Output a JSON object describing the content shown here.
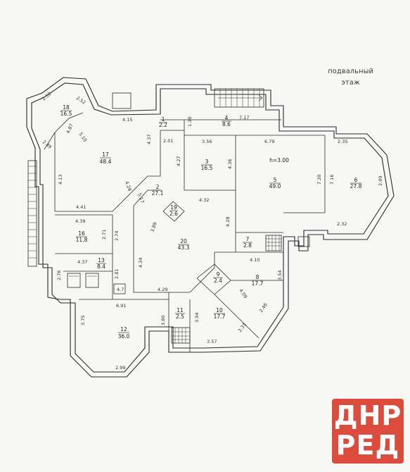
{
  "title": {
    "line1": "подвальный",
    "line2": "этаж"
  },
  "logo": {
    "line1": "ДНР",
    "line2": "РЕД"
  },
  "rooms": [
    {
      "id": "1",
      "area": "2.2"
    },
    {
      "id": "2",
      "area": "27.1"
    },
    {
      "id": "3",
      "area": "16.5"
    },
    {
      "id": "4",
      "area": "8.6"
    },
    {
      "id": "5",
      "area": "49.0"
    },
    {
      "id": "6",
      "area": "27.8"
    },
    {
      "id": "7",
      "area": "2.8"
    },
    {
      "id": "8",
      "area": "17.7"
    },
    {
      "id": "9",
      "area": "2.4"
    },
    {
      "id": "10",
      "area": "17.7"
    },
    {
      "id": "11",
      "area": "2.5"
    },
    {
      "id": "12",
      "area": "36.0"
    },
    {
      "id": "13",
      "area": "8.4"
    },
    {
      "id": "16",
      "area": "11.8"
    },
    {
      "id": "17",
      "area": "48.4"
    },
    {
      "id": "18",
      "area": "16.5"
    },
    {
      "id": "19",
      "area": "2.6"
    },
    {
      "id": "20",
      "area": "43.3"
    }
  ],
  "ceiling_height": "h=3.00",
  "dimensions": [
    "2.59",
    "2.52",
    "4.87",
    "2.49",
    "5.10",
    "4.15",
    "4.37",
    "4.13",
    "4.28",
    "5.17",
    "4.41",
    "2.01",
    "4.27",
    "1.20",
    "3.56",
    "7.17",
    "4.36",
    "6.79",
    "2.35",
    "7.20",
    "7.16",
    "2.09",
    "2.32",
    "4.32",
    "3.89",
    "4.39",
    "2.71",
    "2.74",
    "4.34",
    "4.28",
    "4.37",
    "2.81",
    "2.76",
    "4.7",
    "4.29",
    "4.10",
    "3.54",
    "4.09",
    "2.46",
    "2.31",
    "6.91",
    "3.75",
    "3.80",
    "3.94",
    "3.57",
    "2.99"
  ]
}
